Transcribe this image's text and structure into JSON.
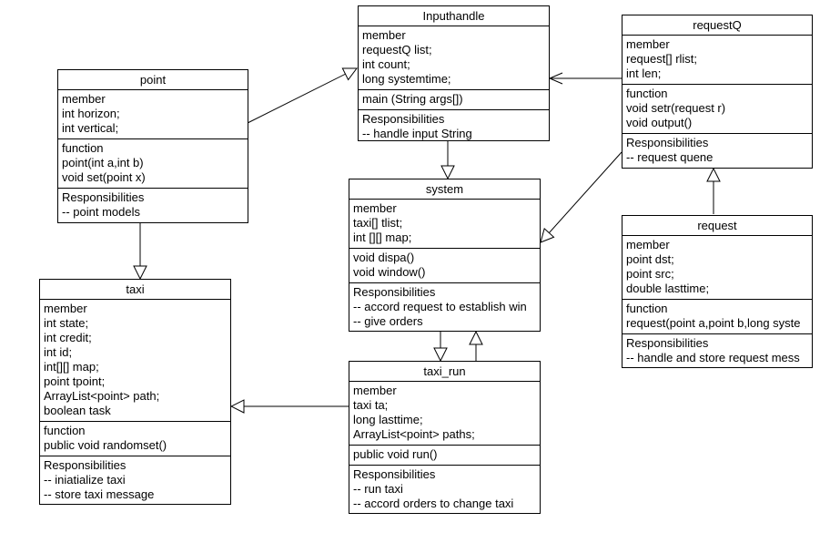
{
  "classes": {
    "inputhandle": {
      "title": "Inputhandle",
      "members": [
        "member",
        "requestQ list;",
        "int count;",
        "long systemtime;"
      ],
      "functions": [
        "main (String args[])"
      ],
      "responsibilities": [
        "Responsibilities",
        "-- handle input String"
      ]
    },
    "requestq": {
      "title": "requestQ",
      "members": [
        "member",
        "request[] rlist;",
        "int len;"
      ],
      "functions": [
        "function",
        "void setr(request r)",
        "void output()"
      ],
      "responsibilities": [
        "Responsibilities",
        "-- request quene"
      ]
    },
    "point": {
      "title": "point",
      "members": [
        "member",
        "int horizon;",
        "int vertical;"
      ],
      "functions": [
        "function",
        "point(int a,int b)",
        "void set(point x)"
      ],
      "responsibilities": [
        "Responsibilities",
        "-- point models"
      ]
    },
    "system": {
      "title": "system",
      "members": [
        "member",
        "taxi[] tlist;",
        "int [][] map;"
      ],
      "functions": [
        "void dispa()",
        "void window()"
      ],
      "responsibilities": [
        "Responsibilities",
        "-- accord request to establish win",
        "-- give orders"
      ]
    },
    "request": {
      "title": "request",
      "members": [
        "member",
        "point dst;",
        "point src;",
        "double lasttime;"
      ],
      "functions": [
        "function",
        "request(point a,point b,long syste"
      ],
      "responsibilities": [
        "Responsibilities",
        "-- handle and store request mess"
      ]
    },
    "taxi": {
      "title": "taxi",
      "members": [
        "member",
        "int state;",
        "int credit;",
        "int id;",
        "int[][] map;",
        "point tpoint;",
        "ArrayList<point> path;",
        "boolean task"
      ],
      "functions": [
        "function",
        "public void randomset()"
      ],
      "responsibilities": [
        "Responsibilities",
        "-- iniatialize taxi",
        "-- store taxi message"
      ]
    },
    "taxi_run": {
      "title": "taxi_run",
      "members": [
        "member",
        "taxi ta;",
        "long lasttime;",
        "ArrayList<point> paths;"
      ],
      "functions": [
        "public void run()"
      ],
      "responsibilities": [
        "Responsibilities",
        "-- run taxi",
        "-- accord orders to change taxi"
      ]
    }
  },
  "relations": [
    {
      "name": "point-to-inputhandle",
      "kind": "inheritance"
    },
    {
      "name": "requestq-to-inputhandle",
      "kind": "association"
    },
    {
      "name": "inputhandle-to-system",
      "kind": "inheritance"
    },
    {
      "name": "requestq-to-system",
      "kind": "inheritance"
    },
    {
      "name": "request-to-requestq",
      "kind": "inheritance"
    },
    {
      "name": "point-to-taxi",
      "kind": "inheritance"
    },
    {
      "name": "system-to-taxi_run",
      "kind": "inheritance"
    },
    {
      "name": "taxi_run-to-system",
      "kind": "inheritance"
    },
    {
      "name": "taxi_run-to-taxi",
      "kind": "inheritance"
    }
  ]
}
